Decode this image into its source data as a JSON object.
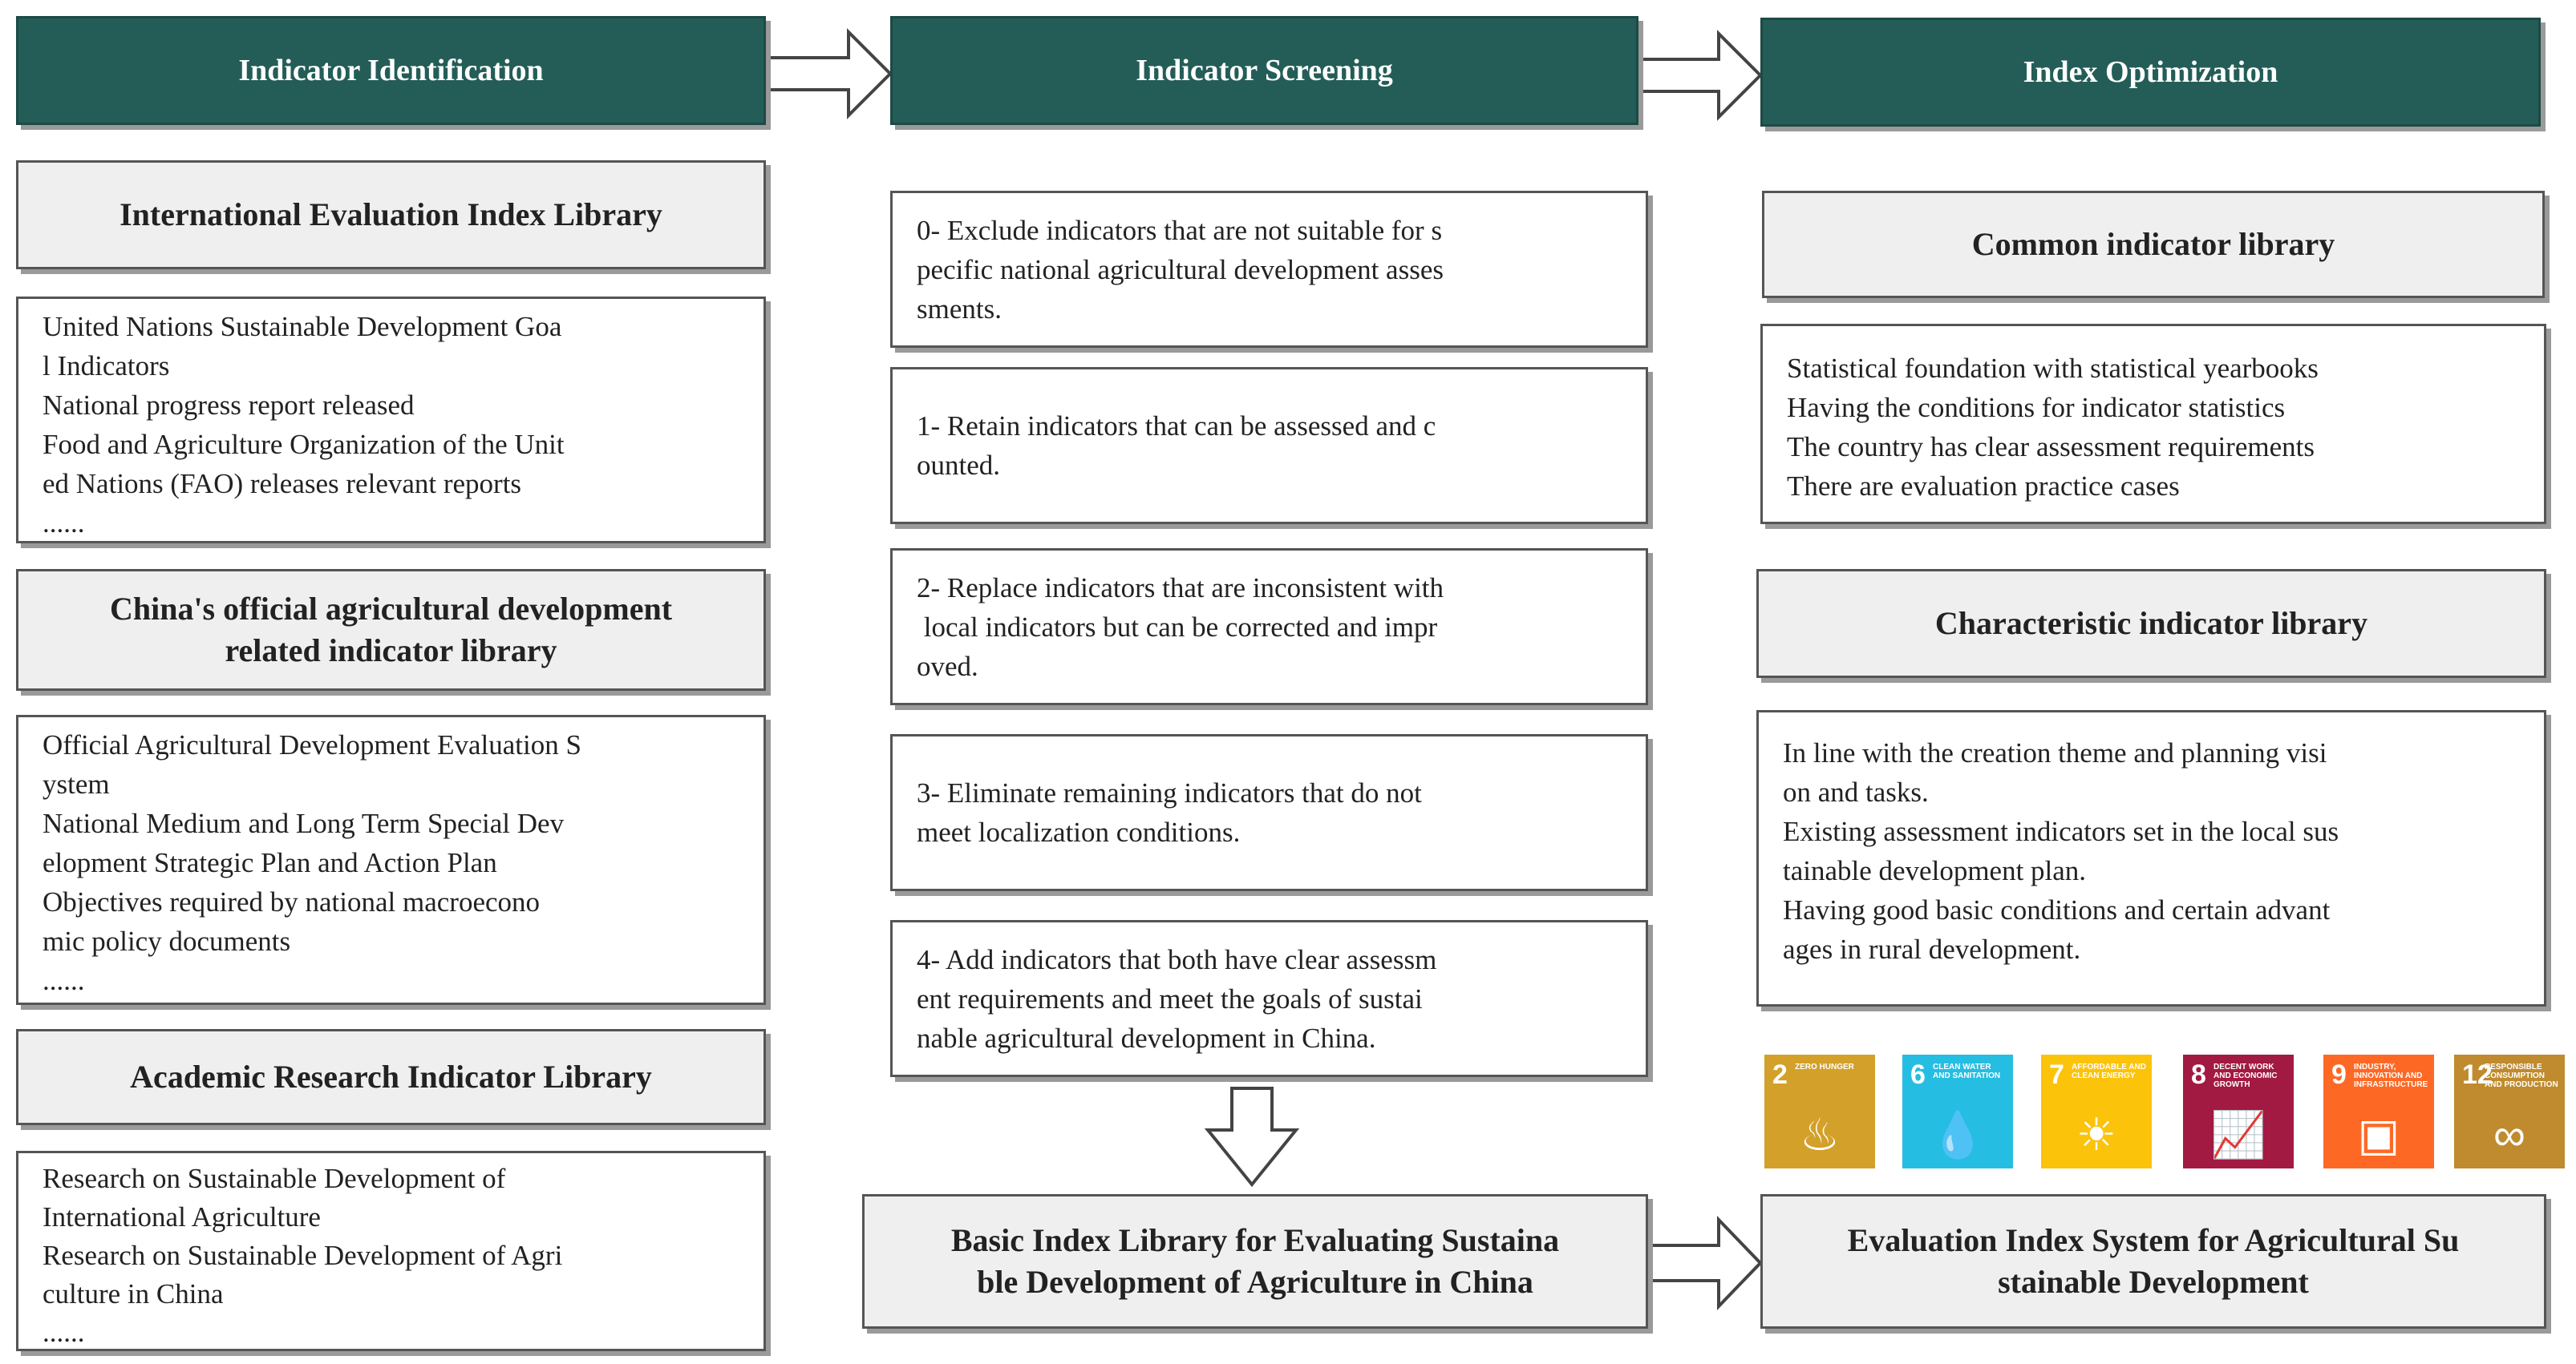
{
  "columns": {
    "identification": {
      "header": "Indicator Identification"
    },
    "screening": {
      "header": "Indicator Screening"
    },
    "optimization": {
      "header": "Index Optimization"
    }
  },
  "identification": {
    "international": {
      "title": "International Evaluation Index Library",
      "lines": [
        "United Nations Sustainable Development Goa",
        "l Indicators",
        "National progress report released",
        "Food and Agriculture Organization of the Unit",
        "ed Nations (FAO) releases relevant reports",
        "......"
      ]
    },
    "china_official": {
      "title_line1": "China's official agricultural development",
      "title_line2": "related indicator library",
      "lines": [
        "Official Agricultural Development Evaluation S",
        "ystem",
        "National Medium and Long Term Special Dev",
        "elopment Strategic Plan and Action Plan",
        "Objectives required by national macroecono",
        "mic policy documents",
        "......"
      ]
    },
    "academic": {
      "title": "Academic Research Indicator Library",
      "lines": [
        "Research on Sustainable Development of",
        "International Agriculture",
        "Research on Sustainable Development of Agri",
        "culture in China",
        "......"
      ]
    }
  },
  "screening": {
    "steps": [
      {
        "lines": [
          "0- Exclude indicators that are not suitable for s",
          "pecific national agricultural development asses",
          "sments."
        ]
      },
      {
        "lines": [
          "1- Retain indicators that can be assessed and c",
          "ounted."
        ]
      },
      {
        "lines": [
          "2- Replace indicators that are inconsistent with",
          " local indicators but can be corrected and impr",
          "oved."
        ]
      },
      {
        "lines": [
          "3- Eliminate remaining indicators that do not",
          "meet localization conditions."
        ]
      },
      {
        "lines": [
          "4- Add indicators that both have clear assessm",
          "ent requirements and meet the goals of sustai",
          "nable agricultural development in China."
        ]
      }
    ],
    "basic_library": {
      "line1": "Basic Index Library for Evaluating Sustaina",
      "line2": "ble Development of Agriculture in China"
    }
  },
  "optimization": {
    "common": {
      "title": "Common indicator library",
      "lines": [
        "Statistical foundation with statistical yearbooks",
        "Having the conditions for indicator statistics",
        "The country has clear assessment requirements",
        "There are evaluation practice cases"
      ]
    },
    "characteristic": {
      "title": "Characteristic indicator library",
      "lines": [
        "In line with the creation theme and planning visi",
        "on and tasks.",
        "Existing assessment indicators set in the local sus",
        "tainable development plan.",
        "Having good basic conditions and certain advant",
        "ages in rural development."
      ]
    },
    "final": {
      "line1": "Evaluation Index System for Agricultural Su",
      "line2": "stainable Development"
    }
  },
  "sdg_icons": [
    {
      "num": "2",
      "label": "ZERO HUNGER",
      "icon": "bowl-icon",
      "glyph": "♨",
      "color": "#d3a029"
    },
    {
      "num": "6",
      "label": "CLEAN WATER AND SANITATION",
      "icon": "water-drop-icon",
      "glyph": "💧",
      "color": "#26bde2"
    },
    {
      "num": "7",
      "label": "AFFORDABLE AND CLEAN ENERGY",
      "icon": "sun-icon",
      "glyph": "☀",
      "color": "#fcc30b"
    },
    {
      "num": "8",
      "label": "DECENT WORK AND ECONOMIC GROWTH",
      "icon": "growth-chart-icon",
      "glyph": "📈",
      "color": "#a21942"
    },
    {
      "num": "9",
      "label": "INDUSTRY, INNOVATION AND INFRASTRUCTURE",
      "icon": "cubes-icon",
      "glyph": "▣",
      "color": "#fd6925"
    },
    {
      "num": "12",
      "label": "RESPONSIBLE CONSUMPTION AND PRODUCTION",
      "icon": "infinity-icon",
      "glyph": "∞",
      "color": "#bf8b2e"
    }
  ]
}
